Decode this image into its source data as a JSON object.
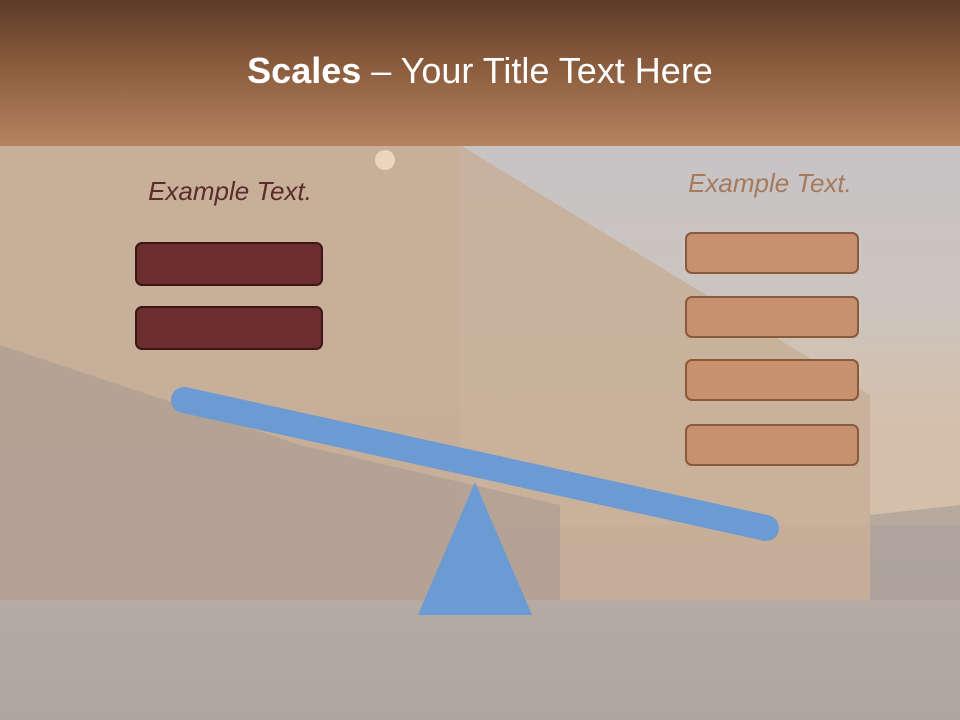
{
  "slide": {
    "title_bold": "Scales",
    "title_rest": " – Your Title Text Here",
    "left_label": "Example Text.",
    "right_label": "Example Text."
  },
  "colors": {
    "header": "#8a5c3d",
    "left_boxes": "#6b2d2e",
    "right_boxes": "#c7916f",
    "scale_beam": "#6b9bd2",
    "fulcrum": "#6b9bd2"
  },
  "icons": {
    "fulcrum": "triangle-icon",
    "beam": "tilted-bar"
  }
}
